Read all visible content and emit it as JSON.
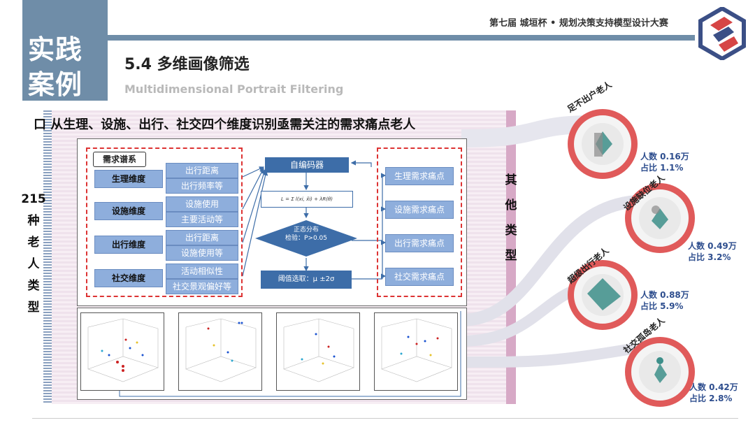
{
  "header": {
    "badge_line1": "实践",
    "badge_line2": "案例",
    "section_title": "5.4 多维画像筛选",
    "section_subtitle": "Multidimensional Portrait Filtering",
    "contest_name": "第七届 城垣杯 • 规划决策支持模型设计大赛"
  },
  "headline": "口 从生理、设施、出行、社交四个维度识别亟需关注的需求痛点老人",
  "left_vertical": [
    "215",
    "种",
    "老",
    "人",
    "类",
    "型"
  ],
  "right_vertical": [
    "其",
    "他",
    "类",
    "型"
  ],
  "diagram": {
    "spectrum_label": "需求谱系",
    "dimensions": [
      {
        "label": "生理维度",
        "items": [
          "出行距离",
          "出行频率等"
        ]
      },
      {
        "label": "设施维度",
        "items": [
          "设施使用",
          "主要活动等"
        ]
      },
      {
        "label": "出行维度",
        "items": [
          "出行距离",
          "设施使用等"
        ]
      },
      {
        "label": "社交维度",
        "items": [
          "活动相似性",
          "社交景观偏好等"
        ]
      }
    ],
    "autoencoder": "自编码器",
    "formula": "L = Σ l(xi, x̂i) + λR(θ)",
    "test_line1": "正态分布",
    "test_line2": "检验：P>0.05",
    "threshold": "阈值选取：μ ±2σ",
    "pain_points": [
      "生理需求痛点",
      "设施需求痛点",
      "出行需求痛点",
      "社交需求痛点"
    ]
  },
  "personas": [
    {
      "name": "足不出户老人",
      "count": "人数 0.16万",
      "ratio": "占比 1.1%"
    },
    {
      "name": "设施缺位老人",
      "count": "人数 0.49万",
      "ratio": "占比 3.2%"
    },
    {
      "name": "超级出行老人",
      "count": "人数 0.88万",
      "ratio": "占比 5.9%"
    },
    {
      "name": "社交孤岛老人",
      "count": "人数 0.42万",
      "ratio": "占比 2.8%"
    }
  ],
  "colors": {
    "accent": "#6f8da8",
    "box_blue": "#8eaedc",
    "flow_blue": "#3d6da8",
    "alert_red": "#e05a5a"
  }
}
